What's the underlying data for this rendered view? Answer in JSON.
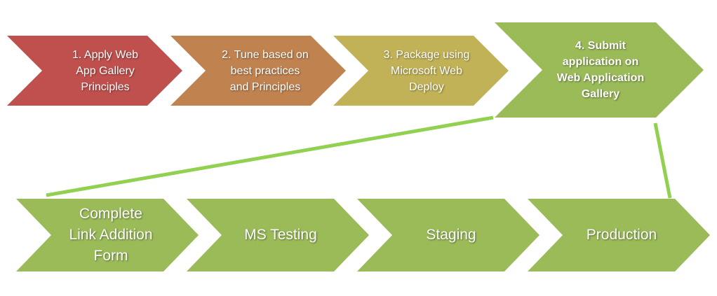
{
  "colors": {
    "step1": "#c0504d",
    "step2": "#c0824f",
    "step3": "#c2b257",
    "green": "#9bbb59",
    "connector": "#92d050"
  },
  "top_steps": [
    {
      "label": "1. Apply Web\nApp Gallery\nPrinciples"
    },
    {
      "label": "2. Tune based on\nbest practices\nand Principles"
    },
    {
      "label": "3. Package using\nMicrosoft Web\nDeploy"
    },
    {
      "label": "4. Submit\napplication on\nWeb Application\nGallery"
    }
  ],
  "bottom_steps": [
    {
      "label": "Complete\nLink Addition\nForm"
    },
    {
      "label": "MS Testing"
    },
    {
      "label": "Staging"
    },
    {
      "label": "Production"
    }
  ]
}
